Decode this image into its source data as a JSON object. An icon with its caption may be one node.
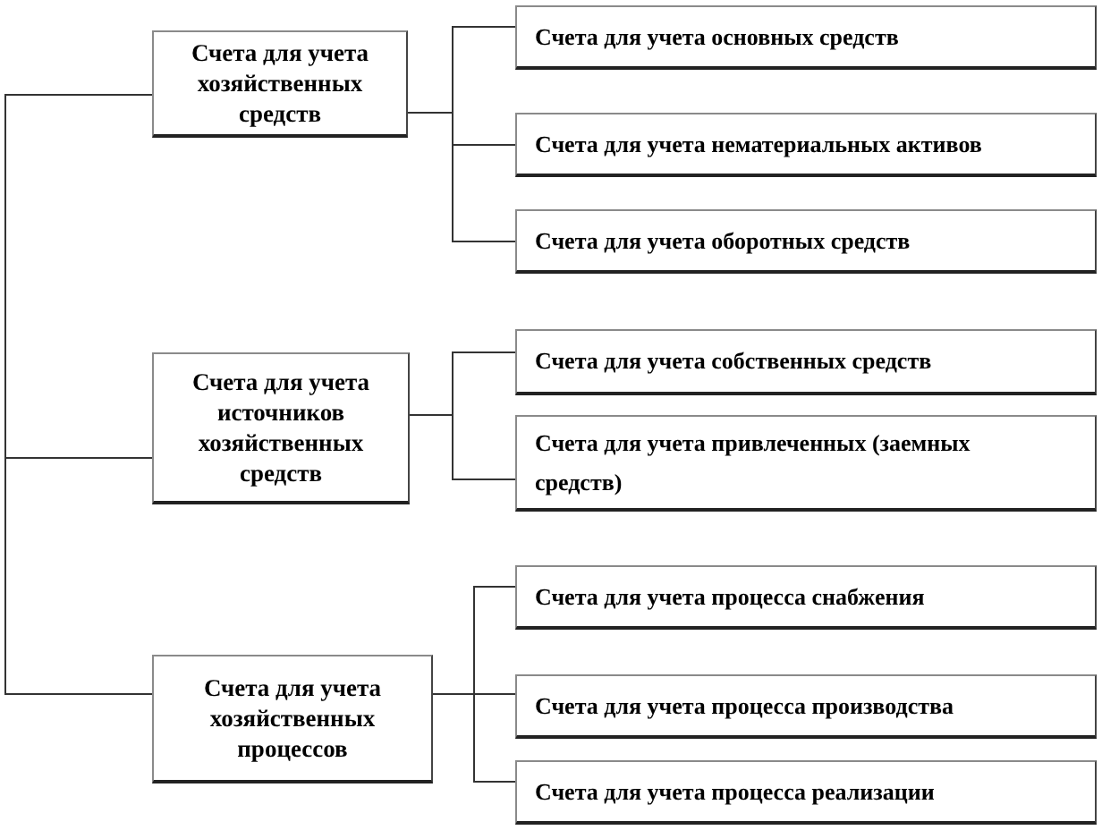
{
  "diagram": {
    "nodes": [
      {
        "text": [
          "Счета для учета хозяйственных средств"
        ]
      },
      {
        "text": [
          "Счета для учета основных средств"
        ]
      },
      {
        "text": [
          "Счета для учета нематериальных активов"
        ]
      },
      {
        "text": [
          "Счета для учета оборотных средств"
        ]
      },
      {
        "text": [
          "Счета для учета источников хозяйственных средств"
        ]
      },
      {
        "text": [
          "Счета для учета собственных средств"
        ]
      },
      {
        "text": [
          "Счета для учета привлеченных (заемных средств)"
        ]
      },
      {
        "text": [
          "Счета для учета хозяйственных процессов"
        ]
      },
      {
        "text": [
          "Счета для учета процесса снабжения"
        ]
      },
      {
        "text": [
          "Счета для учета процесса производства"
        ]
      },
      {
        "text": [
          "Счета для учета процесса реализации"
        ]
      }
    ],
    "edges": [
      {
        "from": 0,
        "to": 1,
        "arrow": "none"
      },
      {
        "from": 0,
        "to": 2,
        "arrow": "none"
      },
      {
        "from": 0,
        "to": 3,
        "arrow": "none"
      },
      {
        "from": 4,
        "to": 5,
        "arrow": "none"
      },
      {
        "from": 4,
        "to": 6,
        "arrow": "none"
      },
      {
        "from": 7,
        "to": 8,
        "arrow": "none"
      },
      {
        "from": 7,
        "to": 9,
        "arrow": "none"
      },
      {
        "from": 7,
        "to": 10,
        "arrow": "none"
      },
      {
        "from": 0,
        "to": 4,
        "arrow": "none"
      },
      {
        "from": 0,
        "to": 7,
        "arrow": "none"
      }
    ]
  }
}
